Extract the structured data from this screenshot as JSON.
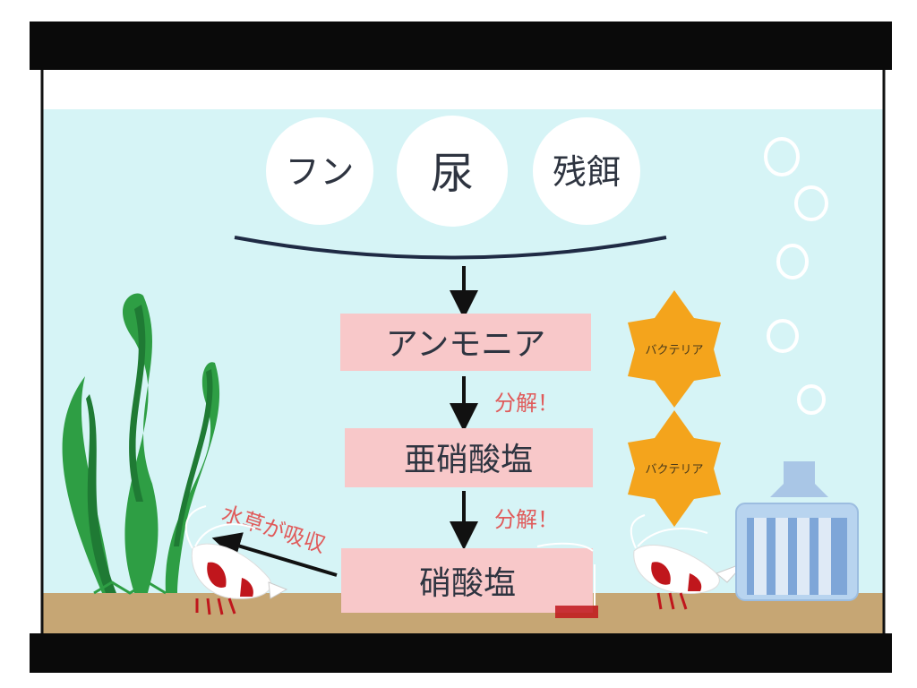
{
  "sources": [
    "フン",
    "尿",
    "残餌"
  ],
  "stages": [
    "アンモニア",
    "亜硝酸塩",
    "硝酸塩"
  ],
  "decompose_labels": [
    "分解！",
    "分解！"
  ],
  "bacteria_labels": [
    "バクテリア",
    "バクテリア"
  ],
  "absorb_label": "水草が吸収",
  "colors": {
    "water": "#d6f4f6",
    "sand": "#c6a674",
    "frame": "#0a0a0a",
    "stage_box": "#f8c8c9",
    "bacteria": "#f4a41c",
    "plant": "#2e9e44",
    "accent_red": "#e05a5a"
  }
}
